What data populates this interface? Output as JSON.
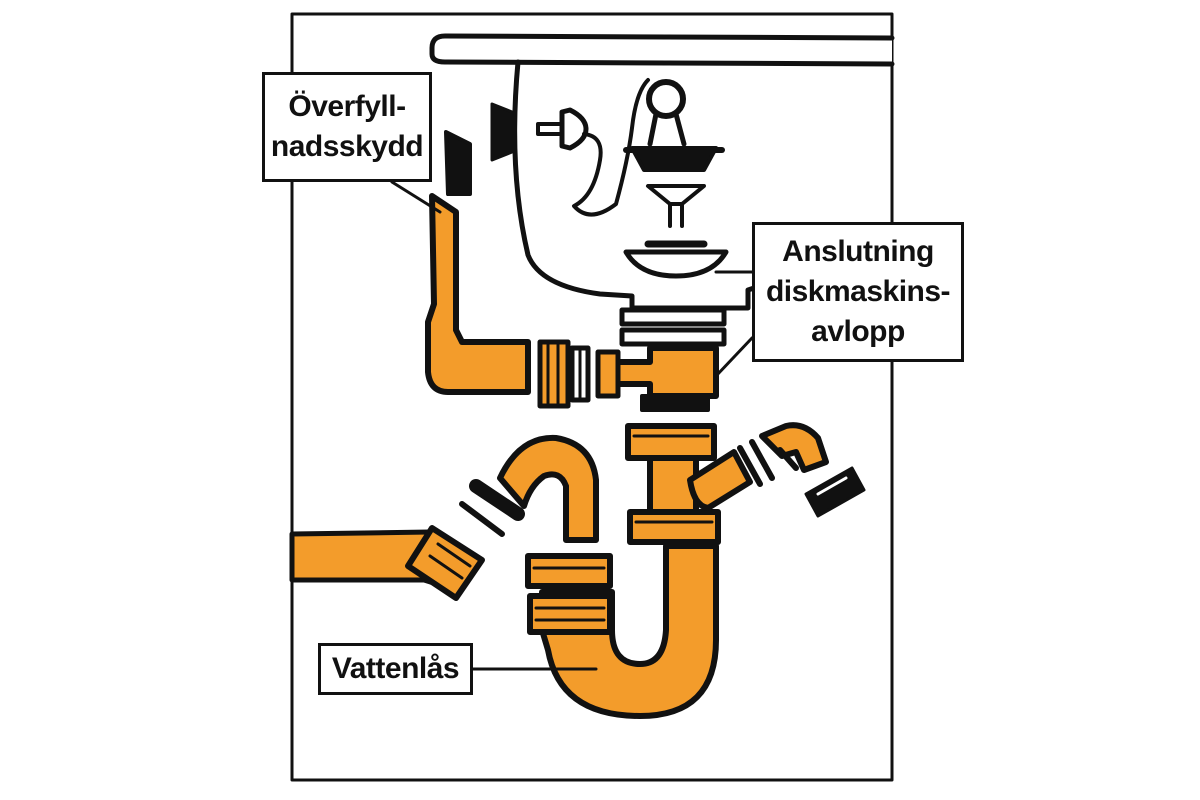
{
  "colors": {
    "pipe": "#F39C2B",
    "outline": "#111111",
    "background": "#FFFFFF"
  },
  "labels": {
    "overflow_protection": [
      "Överfyll-",
      "nadsskydd"
    ],
    "dishwasher_connection": [
      "Anslutning",
      "diskmaskins-",
      "avlopp"
    ],
    "water_trap": "Vattenlås"
  }
}
